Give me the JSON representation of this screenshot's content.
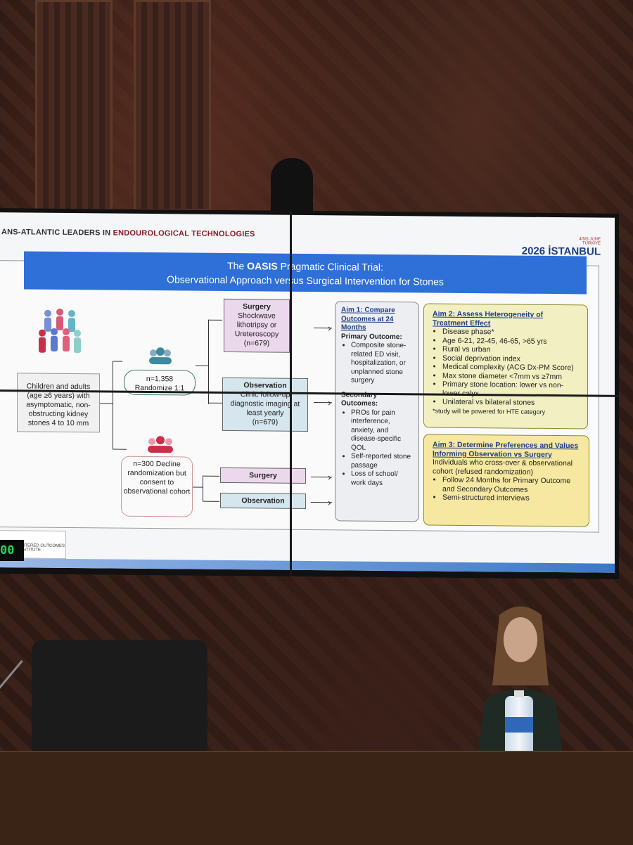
{
  "slide": {
    "header_prefix": "ANS-ATLANTIC LEADERS IN ",
    "header_brand": "ENDOUROLOGICAL TECHNOLOGIES",
    "event_date": "4/5/6 JUNE",
    "event_country": "TÜRKİYE",
    "event_city": "2026 İSTANBUL",
    "title_pre": "The ",
    "title_bold": "OASIS",
    "title_post": " Pragmatic Clinical Trial:",
    "subtitle": "Observational Approach versus Surgical Intervention for Stones",
    "population": "Children and adults (age ≥6 years) with asymptomatic, non-obstructing kidney stones 4 to 10 mm",
    "randomize_n": "n=1,358",
    "randomize_label": "Randomize 1:1",
    "decline": "n=300 Decline randomization but consent to observational cohort",
    "surgery_title": "Surgery",
    "surgery_body": "Shockwave lithotripsy or Ureteroscopy",
    "surgery_n": "(n=679)",
    "observation_title": "Observation",
    "observation_body": "Clinic follow-up diagnostic imaging at least yearly",
    "observation_n": "(n=679)",
    "surgery2": "Surgery",
    "observation2": "Observation",
    "aim1": {
      "title": "Aim 1: Compare Outcomes at 24 Months",
      "primary_label": "Primary Outcome:",
      "primary_items": [
        "Composite stone-related ED visit, hospitalization, or unplanned stone surgery"
      ],
      "secondary_label": "Secondary Outcomes:",
      "secondary_items": [
        "PROs for pain interference, anxiety, and disease-specific QOL",
        "Self-reported stone passage",
        "Loss of school/ work days"
      ]
    },
    "aim2": {
      "title": "Aim 2: Assess Heterogeneity of Treatment Effect",
      "items": [
        "Disease phase*",
        "Age 6-21, 22-45, 46-65, >65 yrs",
        "Rural vs urban",
        "Social deprivation index",
        "Medical complexity (ACG Dx-PM Score)",
        "Max stone diameter <7mm vs ≥7mm",
        "Primary stone location: lower vs non-lower calyx",
        "Unilateral vs bilateral stones"
      ],
      "note": "*study will be powered for HTE category"
    },
    "aim3": {
      "title": "Aim 3: Determine Preferences and Values Informing Observation vs Surgery",
      "intro": "Individuals who cross-over & observational cohort (refused randomization)",
      "items": [
        "Follow 24 Months for Primary Outcome and Secondary Outcomes",
        "Semi-structured interviews"
      ]
    },
    "footer_logo": "ENTERED OUTCOMES INSTITUTE"
  },
  "timer": "00",
  "colors": {
    "title_bar": "#2f6fd8",
    "brand_red": "#8c1c2a",
    "aim_yellow": "#f2f0c2"
  }
}
